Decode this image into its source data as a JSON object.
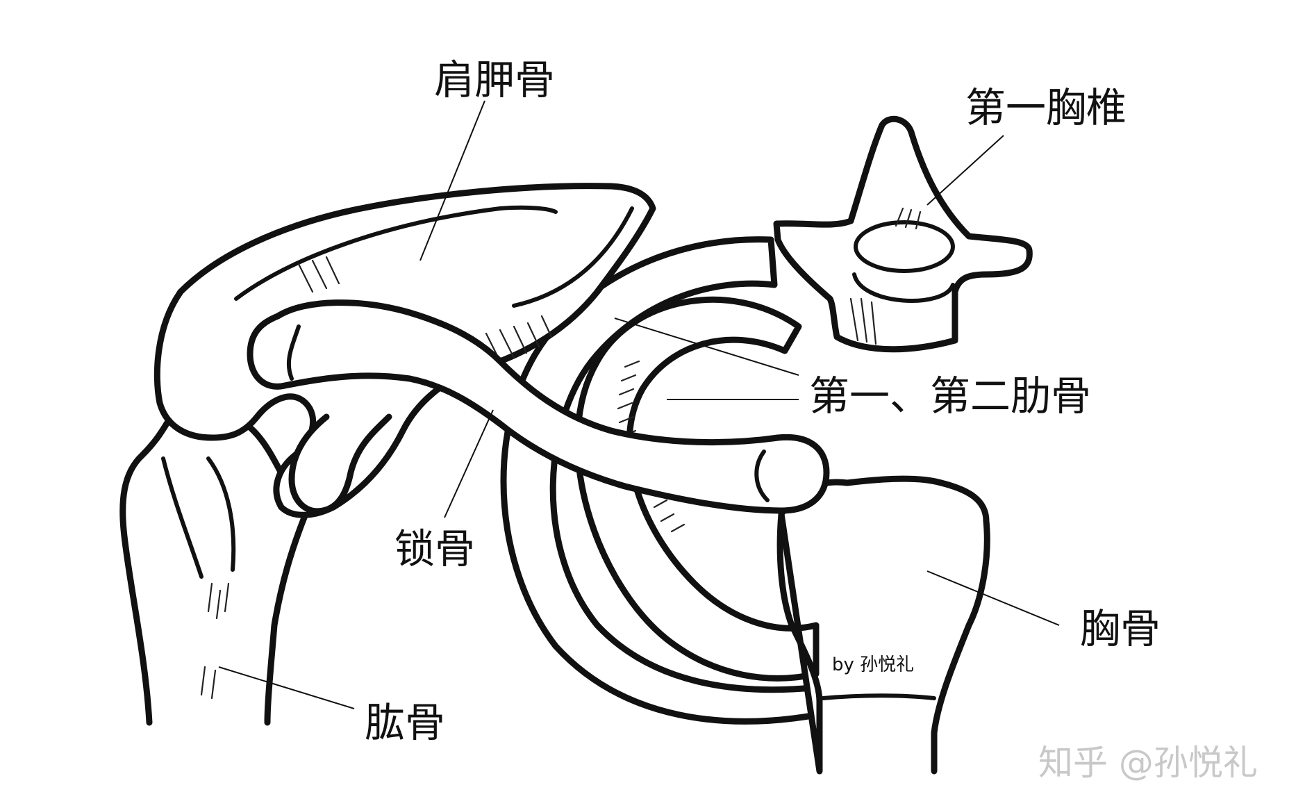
{
  "labels": {
    "scapula": "肩胛骨",
    "t1_vertebra": "第一胸椎",
    "ribs_1_2": "第一、第二肋骨",
    "clavicle": "锁骨",
    "sternum": "胸骨",
    "humerus": "肱骨"
  },
  "credit": "by 孙悦礼",
  "watermark": "知乎 @孙悦礼"
}
